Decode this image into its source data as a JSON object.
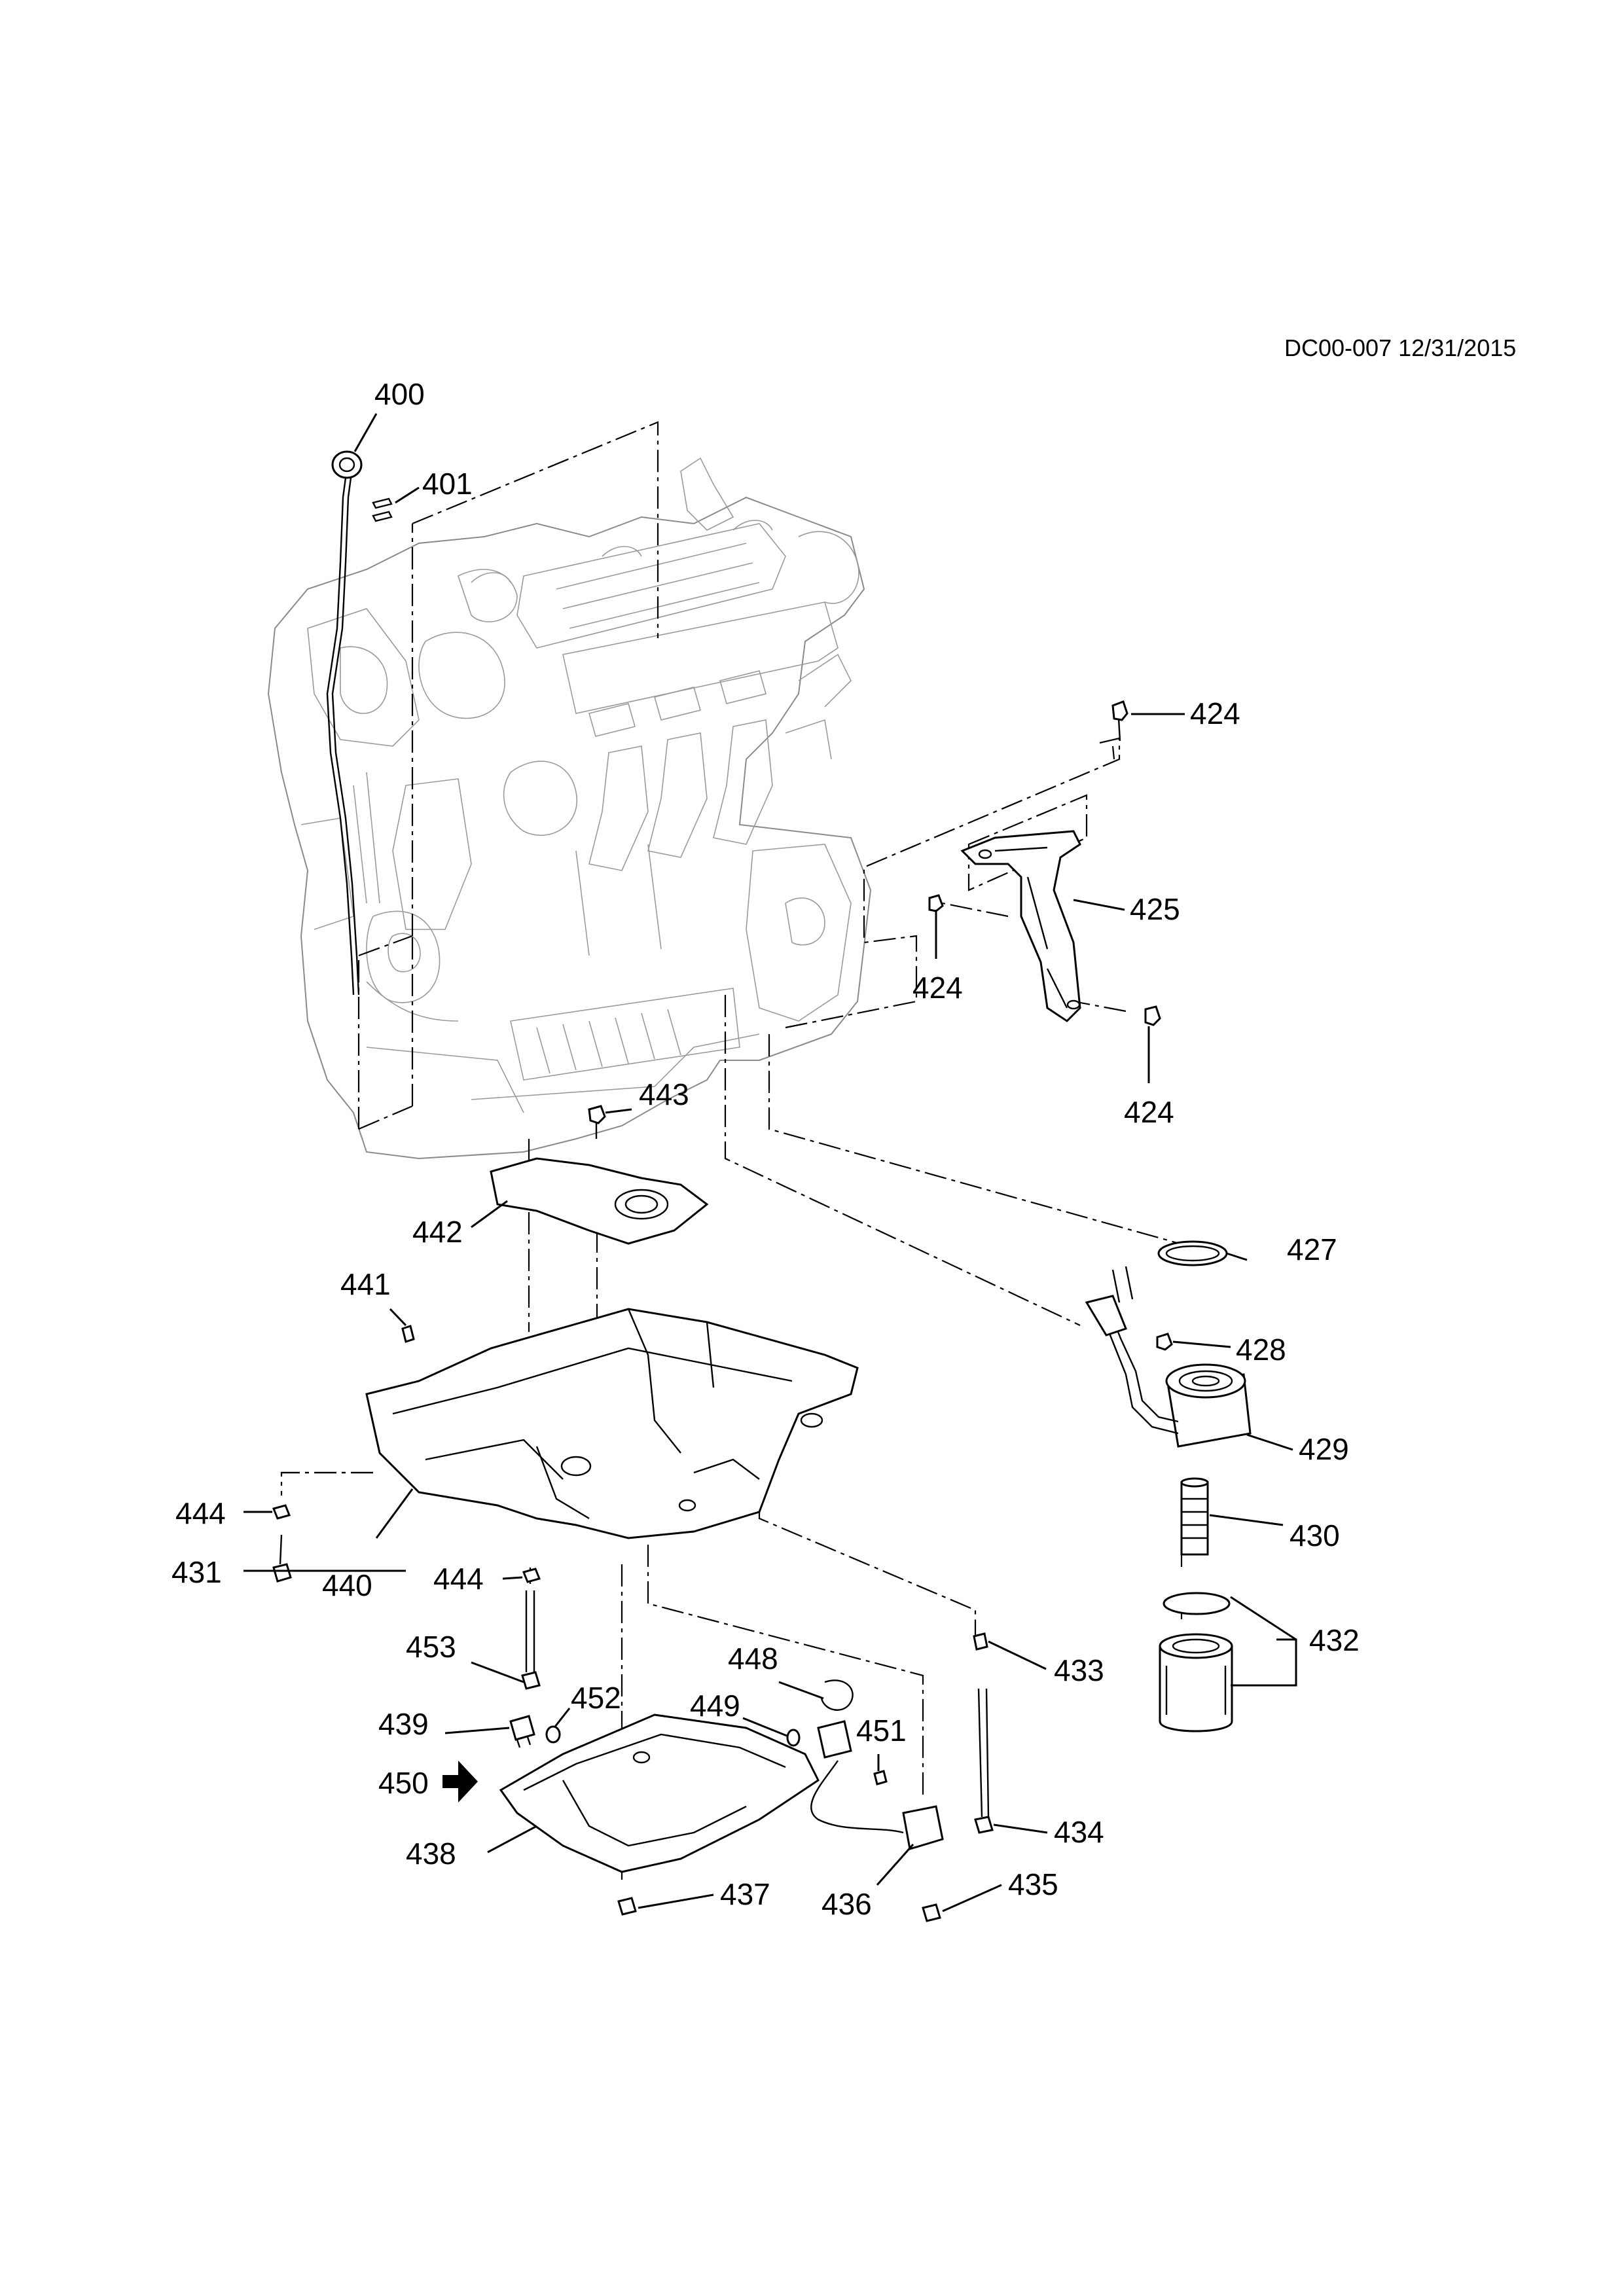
{
  "diagram_code": "DC00-007 12/31/2015",
  "callouts": {
    "c400": "400",
    "c401": "401",
    "c424a": "424",
    "c424b": "424",
    "c424c": "424",
    "c425": "425",
    "c427": "427",
    "c428": "428",
    "c429": "429",
    "c430": "430",
    "c431": "431",
    "c432": "432",
    "c433": "433",
    "c434": "434",
    "c435": "435",
    "c436": "436",
    "c437": "437",
    "c438": "438",
    "c439": "439",
    "c440": "440",
    "c441": "441",
    "c442": "442",
    "c443": "443",
    "c444a": "444",
    "c444b": "444",
    "c448": "448",
    "c449": "449",
    "c450": "450",
    "c451": "451",
    "c452": "452",
    "c453": "453"
  }
}
